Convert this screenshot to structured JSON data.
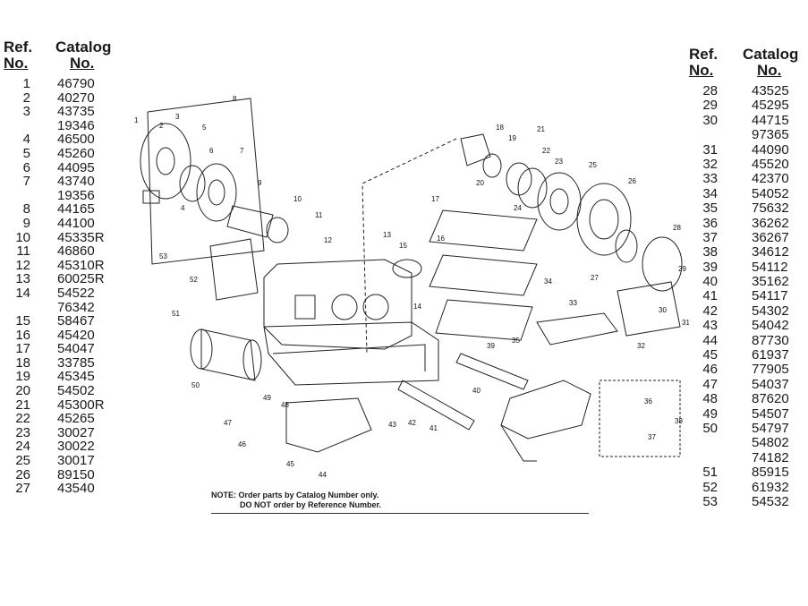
{
  "headers": {
    "ref_line1": "Ref.",
    "ref_line2": "No.",
    "cat_line1": "Catalog",
    "cat_line2": "No."
  },
  "left_rows": [
    [
      "1",
      "46790"
    ],
    [
      "2",
      "40270"
    ],
    [
      "3",
      "43735"
    ],
    [
      "",
      "19346"
    ],
    [
      "4",
      "46500"
    ],
    [
      "5",
      "45260"
    ],
    [
      "6",
      "44095"
    ],
    [
      "7",
      "43740"
    ],
    [
      "",
      "19356"
    ],
    [
      "8",
      "44165"
    ],
    [
      "9",
      "44100"
    ],
    [
      "10",
      "45335R"
    ],
    [
      "11",
      "46860"
    ],
    [
      "12",
      "45310R"
    ],
    [
      "13",
      "60025R"
    ],
    [
      "14",
      "54522"
    ],
    [
      "",
      "76342"
    ],
    [
      "15",
      "58467"
    ],
    [
      "16",
      "45420"
    ],
    [
      "17",
      "54047"
    ],
    [
      "18",
      "33785"
    ],
    [
      "19",
      "45345"
    ],
    [
      "20",
      "54502"
    ],
    [
      "21",
      "45300R"
    ],
    [
      "22",
      "45265"
    ],
    [
      "23",
      "30027"
    ],
    [
      "24",
      "30022"
    ],
    [
      "25",
      "30017"
    ],
    [
      "26",
      "89150"
    ],
    [
      "27",
      "43540"
    ]
  ],
  "right_rows": [
    [
      "28",
      "43525"
    ],
    [
      "29",
      "45295"
    ],
    [
      "30",
      "44715"
    ],
    [
      "",
      "97365"
    ],
    [
      "31",
      "44090"
    ],
    [
      "32",
      "45520"
    ],
    [
      "33",
      "42370"
    ],
    [
      "34",
      "54052"
    ],
    [
      "35",
      "75632"
    ],
    [
      "36",
      "36262"
    ],
    [
      "37",
      "36267"
    ],
    [
      "38",
      "34612"
    ],
    [
      "39",
      "54112"
    ],
    [
      "40",
      "35162"
    ],
    [
      "41",
      "54117"
    ],
    [
      "42",
      "54302"
    ],
    [
      "43",
      "54042"
    ],
    [
      "44",
      "87730"
    ],
    [
      "45",
      "61937"
    ],
    [
      "46",
      "77905"
    ],
    [
      "47",
      "54037"
    ],
    [
      "48",
      "87620"
    ],
    [
      "49",
      "54507"
    ],
    [
      "50",
      "54797"
    ],
    [
      "",
      "54802"
    ],
    [
      "",
      "74182"
    ],
    [
      "51",
      "85915"
    ],
    [
      "52",
      "61932"
    ],
    [
      "53",
      "54532"
    ]
  ],
  "note": {
    "line1": "NOTE: Order parts by Catalog Number only.",
    "line2": "DO NOT order by Reference Number."
  },
  "callouts": [
    "1",
    "2",
    "3",
    "4",
    "5",
    "6",
    "7",
    "8",
    "9",
    "10",
    "11",
    "12",
    "13",
    "14",
    "15",
    "16",
    "17",
    "18",
    "19",
    "20",
    "21",
    "22",
    "23",
    "24",
    "25",
    "26",
    "27",
    "28",
    "29",
    "30",
    "31",
    "32",
    "33",
    "34",
    "35",
    "36",
    "37",
    "38",
    "39",
    "40",
    "41",
    "42",
    "43",
    "44",
    "45",
    "46",
    "47",
    "48",
    "49",
    "50",
    "51",
    "52",
    "53"
  ]
}
